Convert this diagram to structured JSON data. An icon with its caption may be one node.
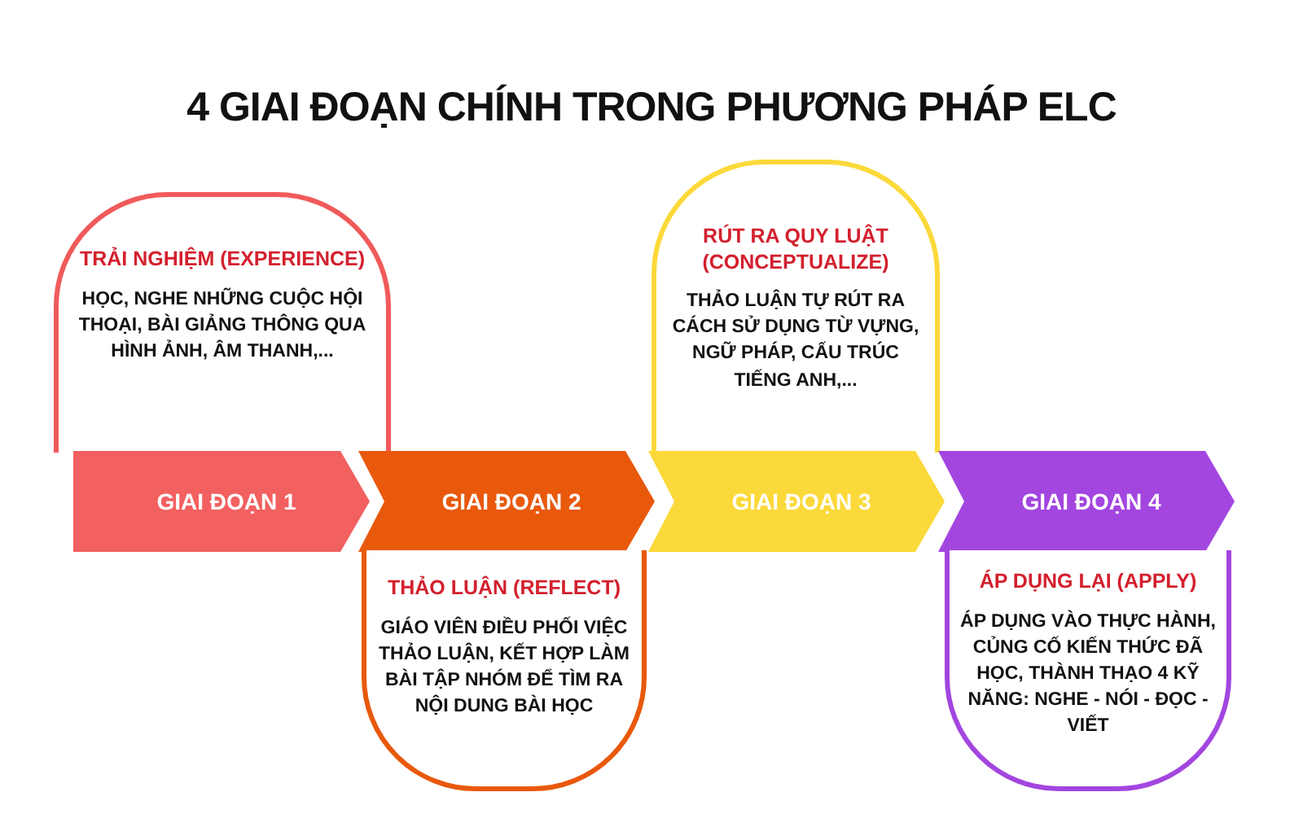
{
  "diagram": {
    "title": "4 GIAI ĐOẠN CHÍNH TRONG **PHƯƠNG PHÁP ELC**",
    "nodes": [
      {
        "text": [
          "TRẢI NGHIỆM (EXPERIENCE)",
          "HỌC, NGHE NHỮNG CUỘC HỘI THOẠI, BÀI GIẢNG THÔNG QUA HÌNH ẢNH, ÂM THANH,..."
        ]
      },
      {
        "text": [
          "RÚT RA QUY LUẬT (CONCEPTUALIZE)",
          "THẢO LUẬN TỰ RÚT RA CÁCH SỬ DỤNG TỪ VỰNG, NGỮ PHÁP, CẤU TRÚC TIẾNG ANH,..."
        ]
      },
      {
        "text": [
          "GIAI ĐOẠN 1"
        ]
      },
      {
        "text": [
          "GIAI ĐOẠN 2"
        ]
      },
      {
        "text": [
          "GIAI ĐOẠN 3"
        ]
      },
      {
        "text": [
          "GIAI ĐOẠN 4"
        ]
      },
      {
        "text": [
          "THẢO LUẬN (REFLECT)",
          "GIÁO VIÊN ĐIỀU PHỐI VIỆC THẢO LUẬN, KẾT HỢP LÀM BÀI TẬP NHÓM ĐỂ TÌM RA NỘI DUNG BÀI HỌC"
        ]
      },
      {
        "text": [
          "ÁP DỤNG LẠI (APPLY)",
          "ÁP DỤNG VÀO THỰC HÀNH, CỦNG CỐ KIẾN THỨC ĐÃ HỌC, THÀNH THẠO 4 KỸ NĂNG: NGHE - NÓI - ĐỌC - VIẾT"
        ]
      }
    ]
  }
}
